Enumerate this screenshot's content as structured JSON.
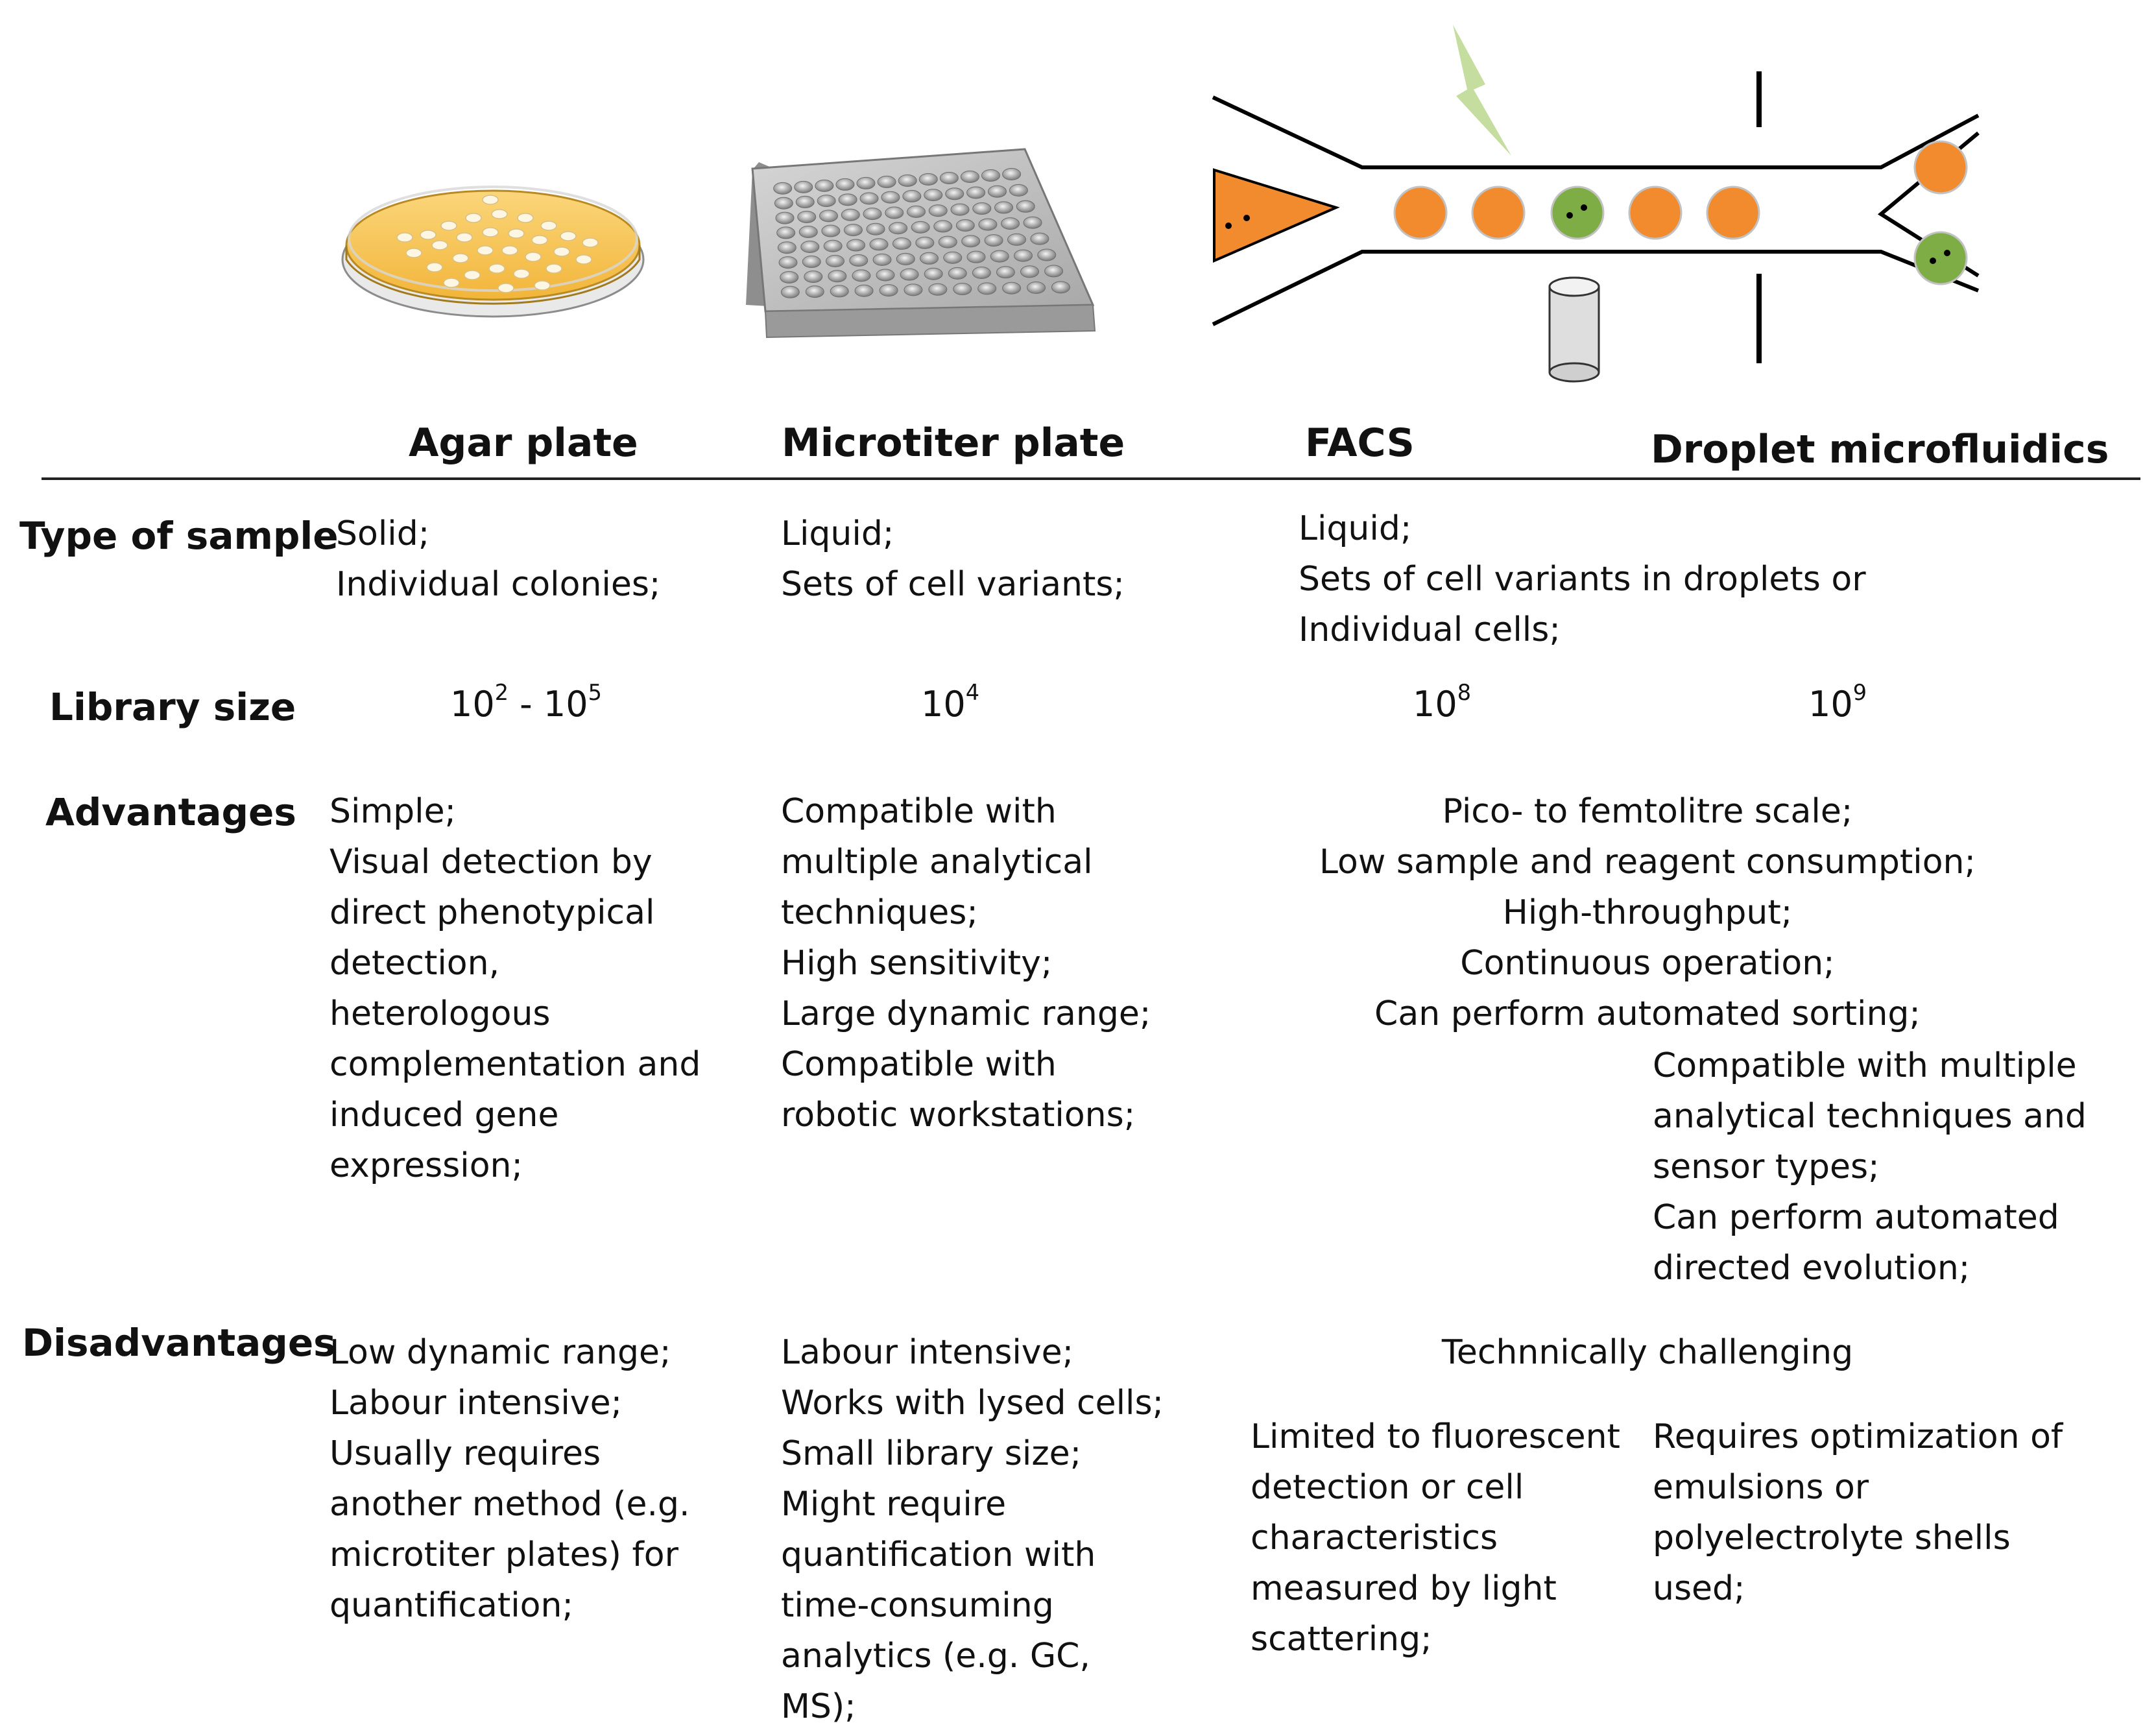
{
  "columns": {
    "agar": "Agar plate",
    "microtiter": "Microtiter plate",
    "facs": "FACS",
    "droplet": "Droplet microfluidics"
  },
  "rows": {
    "type_of_sample": "Type of sample",
    "library_size": "Library size",
    "advantages": "Advantages",
    "disadvantages": "Disadvantages"
  },
  "type_of_sample": {
    "agar": [
      "Solid;",
      "Individual colonies;"
    ],
    "microtiter": [
      "Liquid;",
      "Sets of cell variants;"
    ],
    "facs_droplet": [
      "Liquid;",
      "Sets of cell variants in droplets or",
      "Individual cells;"
    ]
  },
  "library_size": {
    "agar": {
      "base1": "10",
      "exp1": "2",
      "sep": " - ",
      "base2": "10",
      "exp2": "5"
    },
    "microtiter": {
      "base": "10",
      "exp": "4"
    },
    "facs": {
      "base": "10",
      "exp": "8"
    },
    "droplet": {
      "base": "10",
      "exp": "9"
    }
  },
  "advantages": {
    "agar": [
      "Simple;",
      "Visual detection by",
      "direct phenotypical",
      "detection,",
      "heterologous",
      "complementation and",
      "induced gene",
      "expression;"
    ],
    "microtiter": [
      "Compatible with",
      "multiple analytical",
      "techniques;",
      "High sensitivity;",
      "Large dynamic range;",
      "Compatible with",
      "robotic workstations;"
    ],
    "shared": [
      "Pico- to femtolitre scale;",
      "Low sample and reagent consumption;",
      "High-throughput;",
      "Continuous operation;",
      "Can perform automated sorting;"
    ],
    "droplet": [
      "Compatible with multiple",
      "analytical techniques and",
      "sensor types;",
      "Can perform automated",
      "directed evolution;"
    ]
  },
  "disadvantages": {
    "agar": [
      "Low dynamic range;",
      "Labour intensive;",
      "Usually requires",
      "another method (e.g.",
      "microtiter plates) for",
      "quantification;"
    ],
    "microtiter": [
      "Labour intensive;",
      "Works with lysed cells;",
      "Small library size;",
      "Might require",
      "quantification with",
      "time-consuming",
      "analytics (e.g. GC,",
      "MS);"
    ],
    "shared": "Technnically challenging",
    "facs": [
      "Limited to fluorescent",
      "detection or cell",
      "characteristics",
      "measured by light",
      "scattering;"
    ],
    "droplet": [
      "Requires optimization of",
      "emulsions or",
      "polyelectrolyte shells",
      "used;"
    ]
  },
  "colors": {
    "agar_fill": "#f7c24e",
    "orange_droplet": "#f28a2e",
    "green_droplet": "#7fad45",
    "lightning": "#c5dea0",
    "plate_gray": "#b9b9b9"
  },
  "icons": [
    "petri-dish-icon",
    "microtiter-plate-icon",
    "facs-droplet-channel-icon"
  ]
}
